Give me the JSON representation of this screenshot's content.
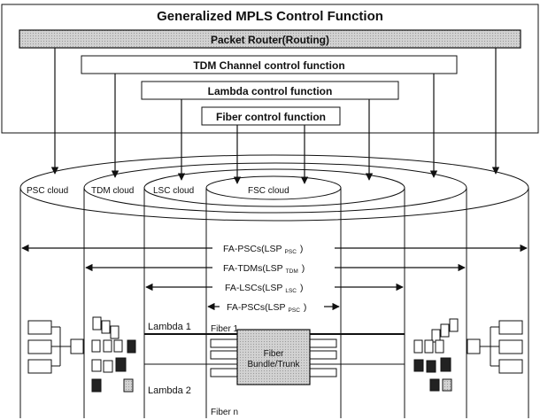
{
  "title": "Generalized MPLS Control Function",
  "functions": {
    "packet_router": "Packet Router(Routing)",
    "tdm": "TDM Channel control function",
    "lambda": "Lambda control function",
    "fiber": "Fiber control function"
  },
  "clouds": {
    "psc": "PSC cloud",
    "tdm": "TDM cloud",
    "lsc": "LSC cloud",
    "fsc": "FSC cloud"
  },
  "fa_links": [
    {
      "main": "FA-PSCs(LSP",
      "sub": "PSC",
      "close": ")"
    },
    {
      "main": "FA-TDMs(LSP",
      "sub": "TDM",
      "close": ")"
    },
    {
      "main": "FA-LSCs(LSP",
      "sub": "LSC",
      "close": ")"
    },
    {
      "main": "FA-PSCs(LSP",
      "sub": "PSC",
      "close": ")"
    }
  ],
  "labels": {
    "lambda1": "Lambda 1",
    "lambda2": "Lambda 2",
    "fiber1": "Fiber 1",
    "fibern": "Fiber n",
    "bundle_line1": "Fiber",
    "bundle_line2": "Bundle/Trunk"
  },
  "colors": {
    "ink": "#111111",
    "packet_router_fill": "#c8c8c8",
    "background": "#ffffff",
    "device_fill": "#222222"
  }
}
